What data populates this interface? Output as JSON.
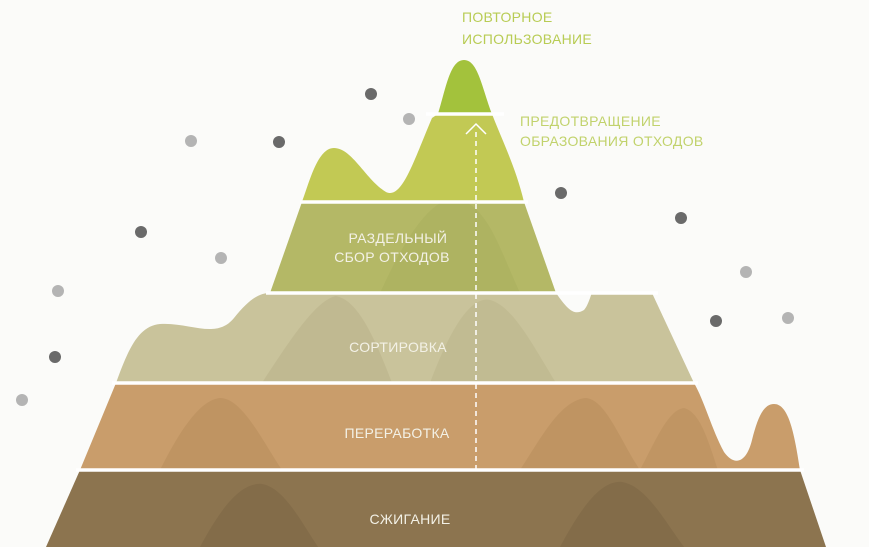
{
  "diagram": {
    "top_label": [
      "ПОВТОРНОЕ",
      "ИСПОЛЬЗОВАНИЕ"
    ],
    "side_label": [
      "ПРЕДОТВРАЩЕНИЕ",
      "ОБРАЗОВАНИЯ ОТХОДОВ"
    ],
    "tiers": [
      {
        "id": "tier-separate-collection",
        "lines": [
          "РАЗДЕЛЬНЫЙ",
          "СБОР ОТХОДОВ"
        ]
      },
      {
        "id": "tier-sorting",
        "lines": [
          "СОРТИРОВКА"
        ]
      },
      {
        "id": "tier-recycling",
        "lines": [
          "ПЕРЕРАБОТКА"
        ]
      },
      {
        "id": "tier-incineration",
        "lines": [
          "СЖИГАНИЕ"
        ]
      }
    ],
    "colors": {
      "reuse": "#a3c23c",
      "prevention": "#c2c954",
      "separate_collection": "#b4b866",
      "sorting": "#c9c39b",
      "recycling": "#c99d6b",
      "incineration": "#8c744f",
      "text_green": "#b8cc54",
      "dot_dark": "#6a6a6a",
      "dot_light": "#b4b4b4"
    }
  }
}
